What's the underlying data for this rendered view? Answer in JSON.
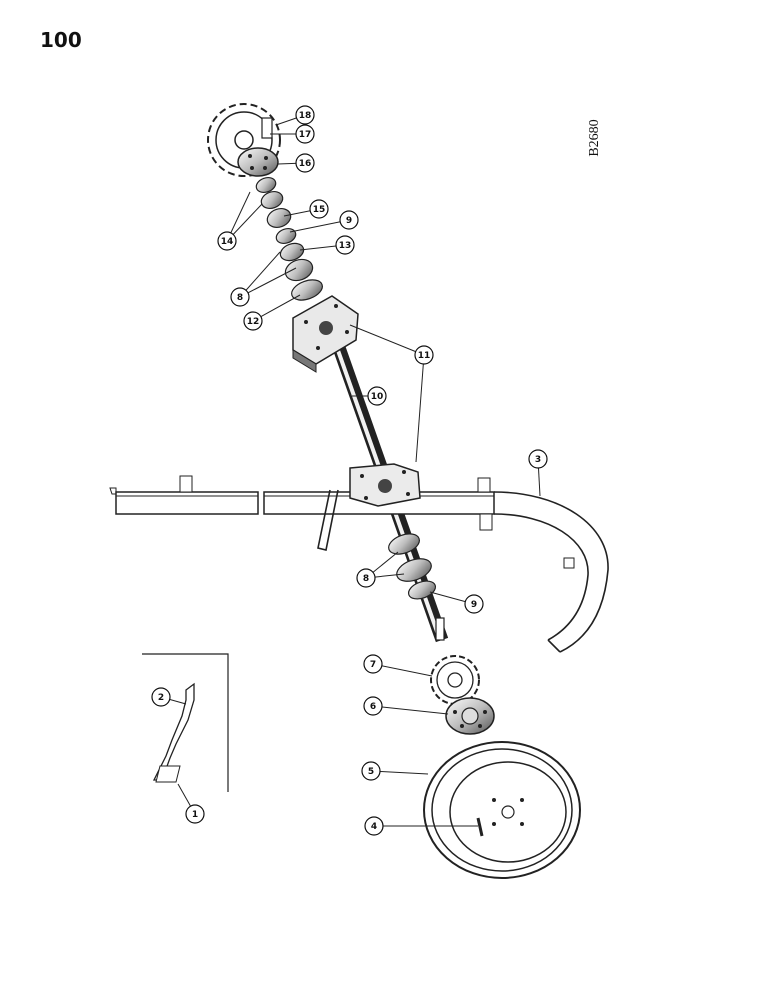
{
  "page": {
    "number": "100",
    "drawing_code": "B2680"
  },
  "callouts": {
    "c1": "1",
    "c2": "2",
    "c3": "3",
    "c4": "4",
    "c5": "5",
    "c6": "6",
    "c7": "7",
    "c8a": "8",
    "c8b": "8",
    "c9a": "9",
    "c9b": "9",
    "c10": "10",
    "c11": "11",
    "c12": "12",
    "c13": "13",
    "c14": "14",
    "c15": "15",
    "c16": "16",
    "c17": "17",
    "c18": "18"
  }
}
